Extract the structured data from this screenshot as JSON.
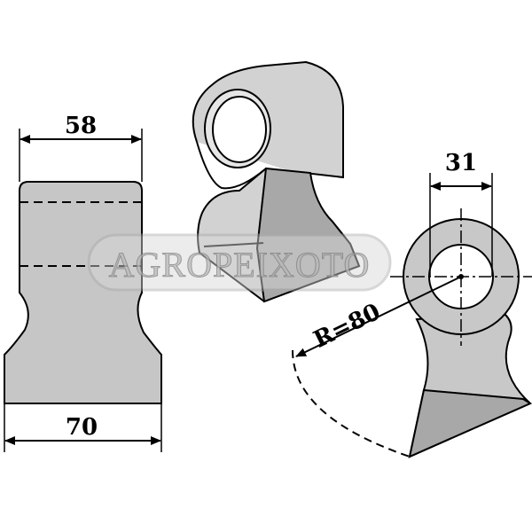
{
  "drawing": {
    "front_view": {
      "top_width_label": "58",
      "bottom_width_label": "70"
    },
    "side_view": {
      "bore_label": "31",
      "radius_label": "R=80"
    },
    "watermark": "AGROPEIXOTO"
  },
  "colors": {
    "part_fill": "#c8c8c8",
    "part_fill_dark": "#a9a9a9",
    "line": "#000000"
  }
}
